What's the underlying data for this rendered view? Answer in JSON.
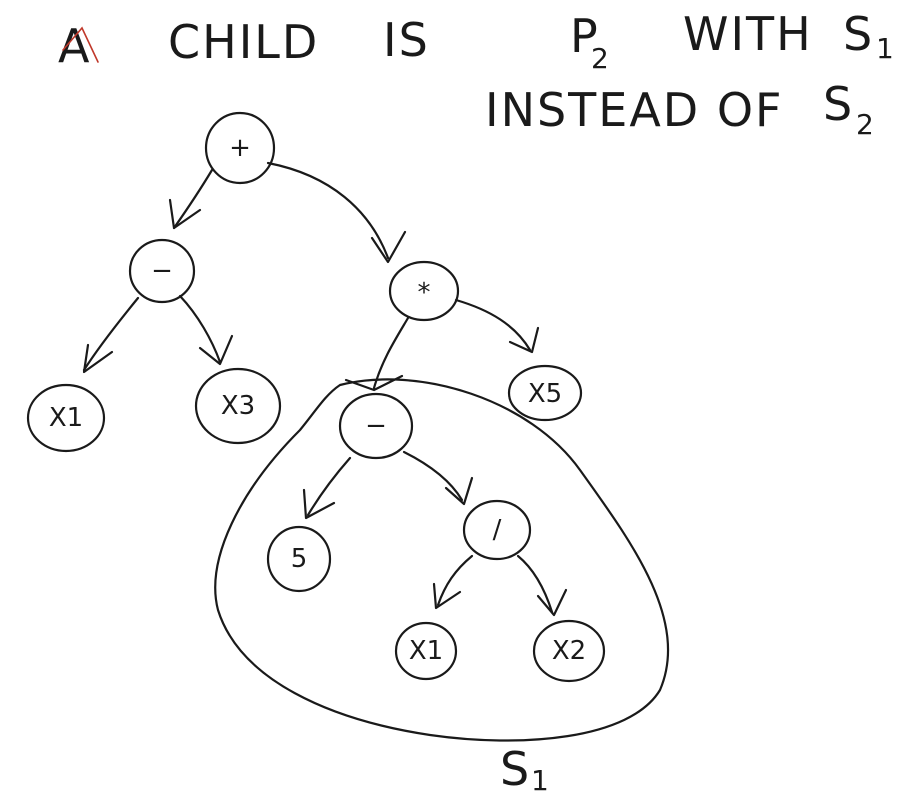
{
  "caption": {
    "line1_words": [
      "A",
      "CHILD",
      "IS"
    ],
    "line1_p": "P",
    "line1_p_sub": "2",
    "line1_with": "WITH",
    "line1_s": "S",
    "line1_s_sub": "1",
    "line2_text": "INSTEAD OF",
    "line2_s": "S",
    "line2_s_sub": "2"
  },
  "tree": {
    "nodes": [
      {
        "id": "root",
        "label": "+"
      },
      {
        "id": "minus-left",
        "label": "−"
      },
      {
        "id": "mult",
        "label": "*"
      },
      {
        "id": "x1-left",
        "label": "X1"
      },
      {
        "id": "x3",
        "label": "X3"
      },
      {
        "id": "minus-sub",
        "label": "−"
      },
      {
        "id": "x5",
        "label": "X5"
      },
      {
        "id": "five",
        "label": "5"
      },
      {
        "id": "div",
        "label": "/"
      },
      {
        "id": "x1-sub",
        "label": "X1"
      },
      {
        "id": "x2",
        "label": "X2"
      }
    ]
  },
  "subtree_label": {
    "s": "S",
    "sub": "1"
  }
}
